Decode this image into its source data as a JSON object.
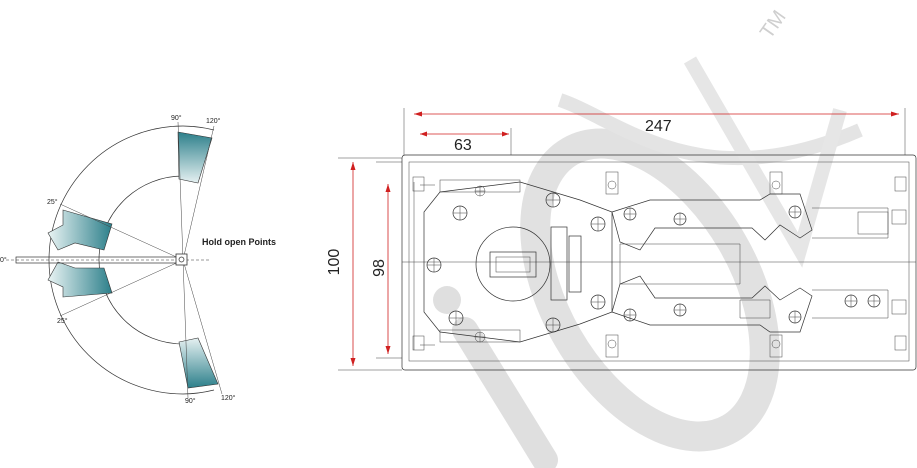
{
  "watermark": {
    "brand_text": "icon",
    "trademark": "TM"
  },
  "angle_diagram": {
    "zero": "0°",
    "top_25": "25°",
    "top_90": "90°",
    "top_120": "120°",
    "bottom_25": "25°",
    "bottom_90": "90°",
    "bottom_120": "120°",
    "hold_open": "Hold open Points"
  },
  "dimensions": {
    "length": "247",
    "offset": "63",
    "outer_height": "100",
    "inner_height": "98"
  },
  "colors": {
    "sector_fill": "teal-gradient",
    "dimension_line": "#d02020",
    "watermark": "#d8d8d8"
  }
}
